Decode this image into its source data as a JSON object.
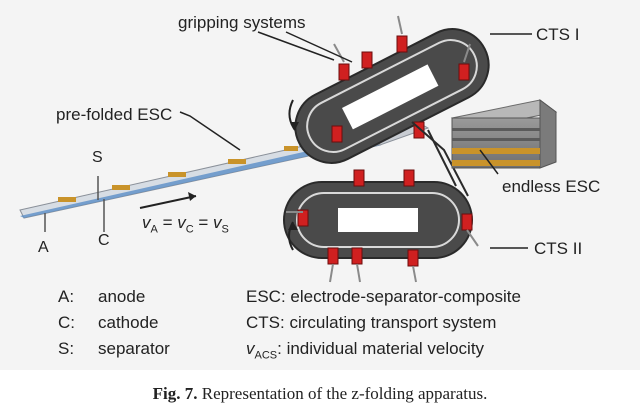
{
  "figure": {
    "labels": {
      "gripping_systems": "gripping systems",
      "cts1": "CTS I",
      "cts2": "CTS II",
      "prefolded": "pre-folded ESC",
      "endless": "endless ESC",
      "s": "S",
      "a": "A",
      "c": "C"
    },
    "velocity_eq": {
      "v": "v",
      "sub_a": "A",
      "sub_c": "C",
      "sub_s": "S",
      "eq": " = "
    },
    "legend": [
      {
        "key": "A:",
        "text": "anode"
      },
      {
        "key": "C:",
        "text": "cathode"
      },
      {
        "key": "S:",
        "text": "separator"
      }
    ],
    "legend_right": [
      {
        "key": "ESC:",
        "text": "electrode-separator-composite"
      },
      {
        "key": "CTS:",
        "text": "circulating transport system"
      }
    ],
    "velocity_legend": {
      "v": "v",
      "sub": "ACS",
      "text": ": individual material velocity"
    },
    "colors": {
      "anode": "#5b8fc7",
      "cathode": "#c9932a",
      "separator": "#b9b9b9",
      "belt": "#4a4a4a",
      "gripper": "#d02020",
      "stack": "#8a8a8a"
    }
  },
  "caption": {
    "label": "Fig. 7.",
    "text": "Representation of the z-folding apparatus."
  }
}
